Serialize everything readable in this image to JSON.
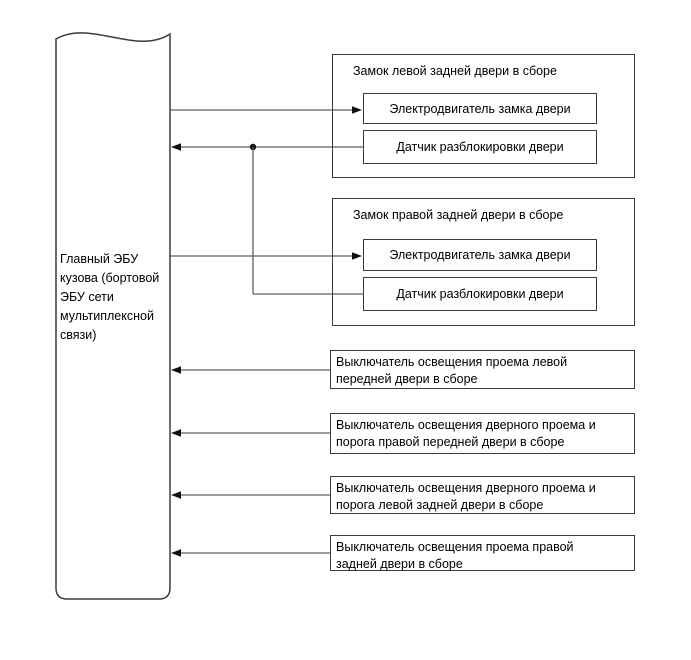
{
  "diagram_title": "Body ECU to door locks and courtesy switches wiring diagram",
  "colors": {
    "background": "#ffffff",
    "box_border": "#3c3c3c",
    "connector_line": "#5f5f5f",
    "arrowhead": "#111111",
    "text": "#000000"
  },
  "ecu": {
    "label": "Главный ЭБУ\nкузова (бортовой\nЭБУ сети\nмультиплексной\nсвязи)"
  },
  "lock_assemblies": [
    {
      "title": "Замок левой задней двери в сборе",
      "motor_label": "Электродвигатель замка двери",
      "sensor_label": "Датчик разблокировки двери"
    },
    {
      "title": "Замок правой задней двери в сборе",
      "motor_label": "Электродвигатель замка двери",
      "sensor_label": "Датчик разблокировки двери"
    }
  ],
  "switch_boxes": [
    {
      "label": "Выключатель освещения проема левой\nпередней двери в сборе"
    },
    {
      "label": "Выключатель освещения дверного проема и\nпорога правой передней двери в сборе"
    },
    {
      "label": "Выключатель освещения дверного проема и\nпорога левой задней двери в сборе"
    },
    {
      "label": "Выключатель освещения проема правой\nзадней двери в сборе"
    }
  ]
}
